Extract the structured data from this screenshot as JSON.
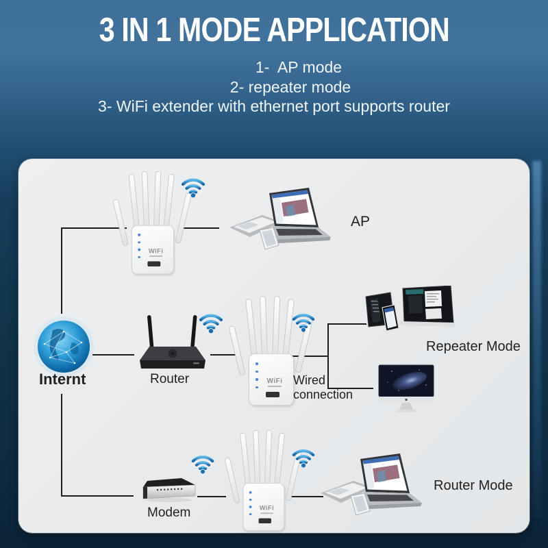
{
  "header": {
    "title": "3 IN 1 MODE APPLICATION",
    "modes": [
      "1-  AP mode",
      "2- repeater mode",
      "3- WiFi extender with ethernet port supports router"
    ]
  },
  "diagram": {
    "ap_label": "AP",
    "internet_label": "Internt",
    "router_label": "Router",
    "wired_connection": {
      "line1": "Wired",
      "line2": "connection"
    },
    "repeater_mode_label": "Repeater Mode",
    "modem_label": "Modem",
    "router_mode_label": "Router Mode",
    "repeater_logo": "WiFi"
  },
  "icons": {
    "wifi_signal": "wifi-icon"
  },
  "colors": {
    "background_top": "#3e6f99",
    "background_bottom": "#0b2336",
    "panel": "#e8eaec",
    "wifi_blue": "#2b8fd0",
    "line": "#1b1b1b",
    "title_text": "#ffffff",
    "label_text": "#1f2022"
  }
}
